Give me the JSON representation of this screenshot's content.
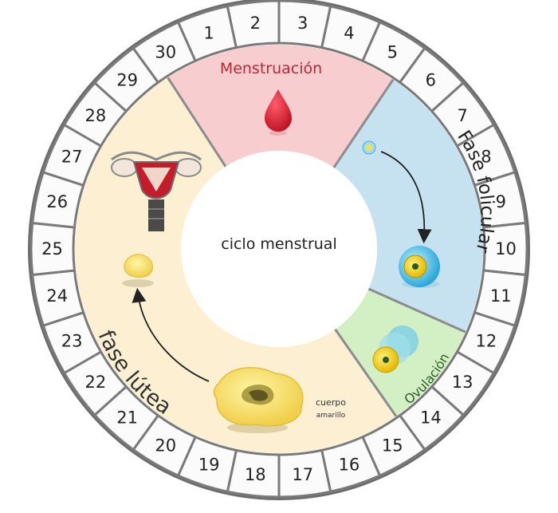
{
  "center_label": "ciclo menstrual",
  "days": [
    "1",
    "2",
    "3",
    "4",
    "5",
    "6",
    "7",
    "8",
    "9",
    "10",
    "11",
    "12",
    "13",
    "14",
    "15",
    "16",
    "17",
    "18",
    "19",
    "20",
    "21",
    "22",
    "23",
    "24",
    "25",
    "26",
    "27",
    "28",
    "29",
    "30"
  ],
  "phases": {
    "menstruation": {
      "label": "Menstruación",
      "color": "#f8cdd0",
      "text_color": "#b52a35"
    },
    "follicular": {
      "label": "Fase folicular",
      "color": "#c6e2f1",
      "text_color": "#222222"
    },
    "ovulation": {
      "label": "Ovulación",
      "color": "#d3efc4",
      "text_color": "#2f5e2a"
    },
    "luteal": {
      "label": "fase lútea",
      "color": "#fcefd2",
      "text_color": "#333333"
    }
  },
  "corpus_luteum": {
    "line1": "cuerpo",
    "line2": "amarillo"
  },
  "icons": [
    "blood-drop-icon",
    "follicle-small-icon",
    "follicle-mature-icon",
    "ovulated-egg-icon",
    "uterus-icon",
    "corpus-luteum-small-icon",
    "corpus-luteum-large-icon"
  ]
}
